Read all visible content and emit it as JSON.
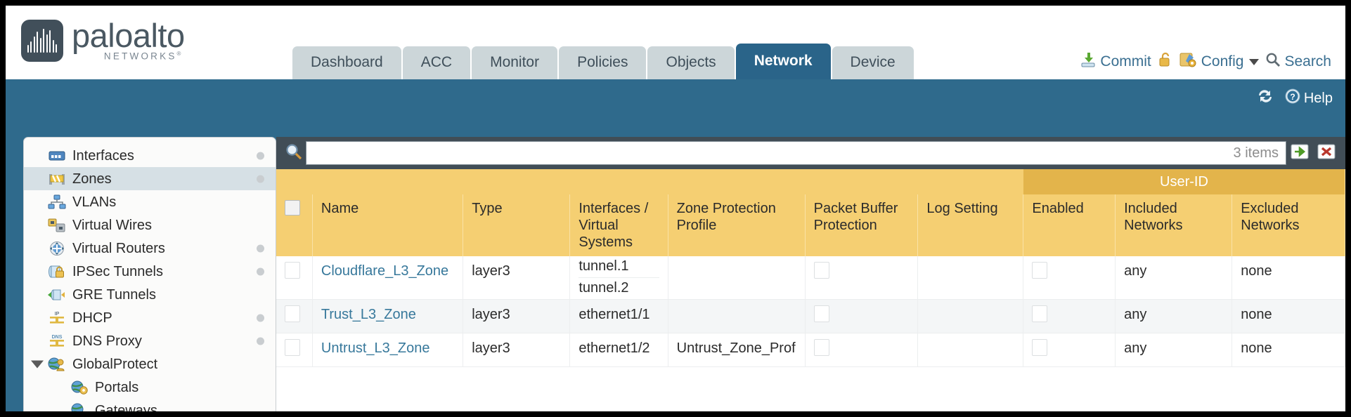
{
  "brand": {
    "name": "paloalto",
    "tagline": "NETWORKS",
    "trademark": "®"
  },
  "header": {
    "tabs": [
      {
        "label": "Dashboard",
        "active": false
      },
      {
        "label": "ACC",
        "active": false
      },
      {
        "label": "Monitor",
        "active": false
      },
      {
        "label": "Policies",
        "active": false
      },
      {
        "label": "Objects",
        "active": false
      },
      {
        "label": "Network",
        "active": true
      },
      {
        "label": "Device",
        "active": false
      }
    ],
    "actions": {
      "commit": "Commit",
      "lock": "",
      "config": "Config",
      "search": "Search"
    }
  },
  "toolbar": {
    "refresh": "",
    "help": "Help"
  },
  "sidebar": {
    "items": [
      {
        "label": "Interfaces",
        "icon": "interfaces-icon",
        "active": false,
        "dot": true,
        "child": false,
        "expander": false
      },
      {
        "label": "Zones",
        "icon": "zones-icon",
        "active": true,
        "dot": true,
        "child": false,
        "expander": false
      },
      {
        "label": "VLANs",
        "icon": "vlans-icon",
        "active": false,
        "dot": false,
        "child": false,
        "expander": false
      },
      {
        "label": "Virtual Wires",
        "icon": "virtual-wires-icon",
        "active": false,
        "dot": false,
        "child": false,
        "expander": false
      },
      {
        "label": "Virtual Routers",
        "icon": "virtual-routers-icon",
        "active": false,
        "dot": true,
        "child": false,
        "expander": false
      },
      {
        "label": "IPSec Tunnels",
        "icon": "ipsec-tunnels-icon",
        "active": false,
        "dot": true,
        "child": false,
        "expander": false
      },
      {
        "label": "GRE Tunnels",
        "icon": "gre-tunnels-icon",
        "active": false,
        "dot": false,
        "child": false,
        "expander": false
      },
      {
        "label": "DHCP",
        "icon": "dhcp-icon",
        "active": false,
        "dot": true,
        "child": false,
        "expander": false
      },
      {
        "label": "DNS Proxy",
        "icon": "dns-proxy-icon",
        "active": false,
        "dot": true,
        "child": false,
        "expander": false
      },
      {
        "label": "GlobalProtect",
        "icon": "globalprotect-icon",
        "active": false,
        "dot": false,
        "child": false,
        "expander": true
      },
      {
        "label": "Portals",
        "icon": "portals-icon",
        "active": false,
        "dot": false,
        "child": true,
        "expander": false
      },
      {
        "label": "Gateways",
        "icon": "gateways-icon",
        "active": false,
        "dot": false,
        "child": true,
        "expander": false
      }
    ]
  },
  "search": {
    "value": "",
    "placeholder": "",
    "item_count": "3 items",
    "apply_icon": "apply-arrow-icon",
    "clear_icon": "clear-x-icon"
  },
  "table": {
    "group_headers": [
      {
        "label": "User-ID",
        "span": 3
      }
    ],
    "columns": [
      "Name",
      "Type",
      "Interfaces / Virtual Systems",
      "Zone Protection Profile",
      "Packet Buffer Protection",
      "Log Setting",
      "Enabled",
      "Included Networks",
      "Excluded Networks"
    ],
    "rows": [
      {
        "selected": false,
        "name": "Cloudflare_L3_Zone",
        "type": "layer3",
        "interfaces": [
          "tunnel.1",
          "tunnel.2"
        ],
        "zone_protection_profile": "",
        "packet_buffer_protection": false,
        "log_setting": "",
        "user_id_enabled": false,
        "included_networks": "any",
        "excluded_networks": "none"
      },
      {
        "selected": false,
        "name": "Trust_L3_Zone",
        "type": "layer3",
        "interfaces": [
          "ethernet1/1"
        ],
        "zone_protection_profile": "",
        "packet_buffer_protection": false,
        "log_setting": "",
        "user_id_enabled": false,
        "included_networks": "any",
        "excluded_networks": "none"
      },
      {
        "selected": false,
        "name": "Untrust_L3_Zone",
        "type": "layer3",
        "interfaces": [
          "ethernet1/2"
        ],
        "zone_protection_profile": "Untrust_Zone_Prof",
        "packet_buffer_protection": false,
        "log_setting": "",
        "user_id_enabled": false,
        "included_networks": "any",
        "excluded_networks": "none"
      }
    ]
  },
  "colors": {
    "brand_blue": "#2f6a8c",
    "tab_active": "#2a6489",
    "tab_inactive": "#ccd6d9",
    "header_amber": "#f5cf72",
    "group_amber": "#e3b44b",
    "link_blue": "#37789b",
    "toolbar_dark": "#414d56"
  }
}
